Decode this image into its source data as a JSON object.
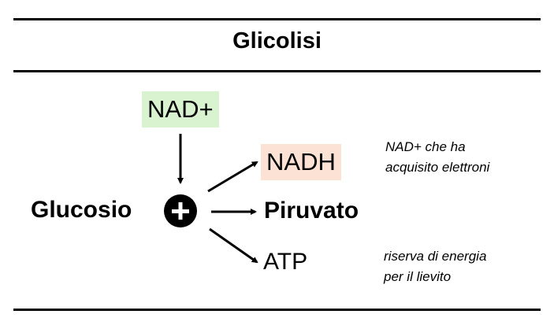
{
  "title": "Glicolisi",
  "colors": {
    "nad_plus_bg": "#d9f2d0",
    "nadh_bg": "#fbe2d5",
    "line": "#000000"
  },
  "input": {
    "cofactor": "NAD+",
    "substrate": "Glucosio",
    "combine_icon": "plus-circle-icon"
  },
  "products": [
    {
      "label": "NADH",
      "note_line1": "NAD+ che ha",
      "note_line2": "acquisito elettroni"
    },
    {
      "label": "Piruvato"
    },
    {
      "label": "ATP",
      "note_line1": "riserva di energia",
      "note_line2": "per il lievito"
    }
  ]
}
